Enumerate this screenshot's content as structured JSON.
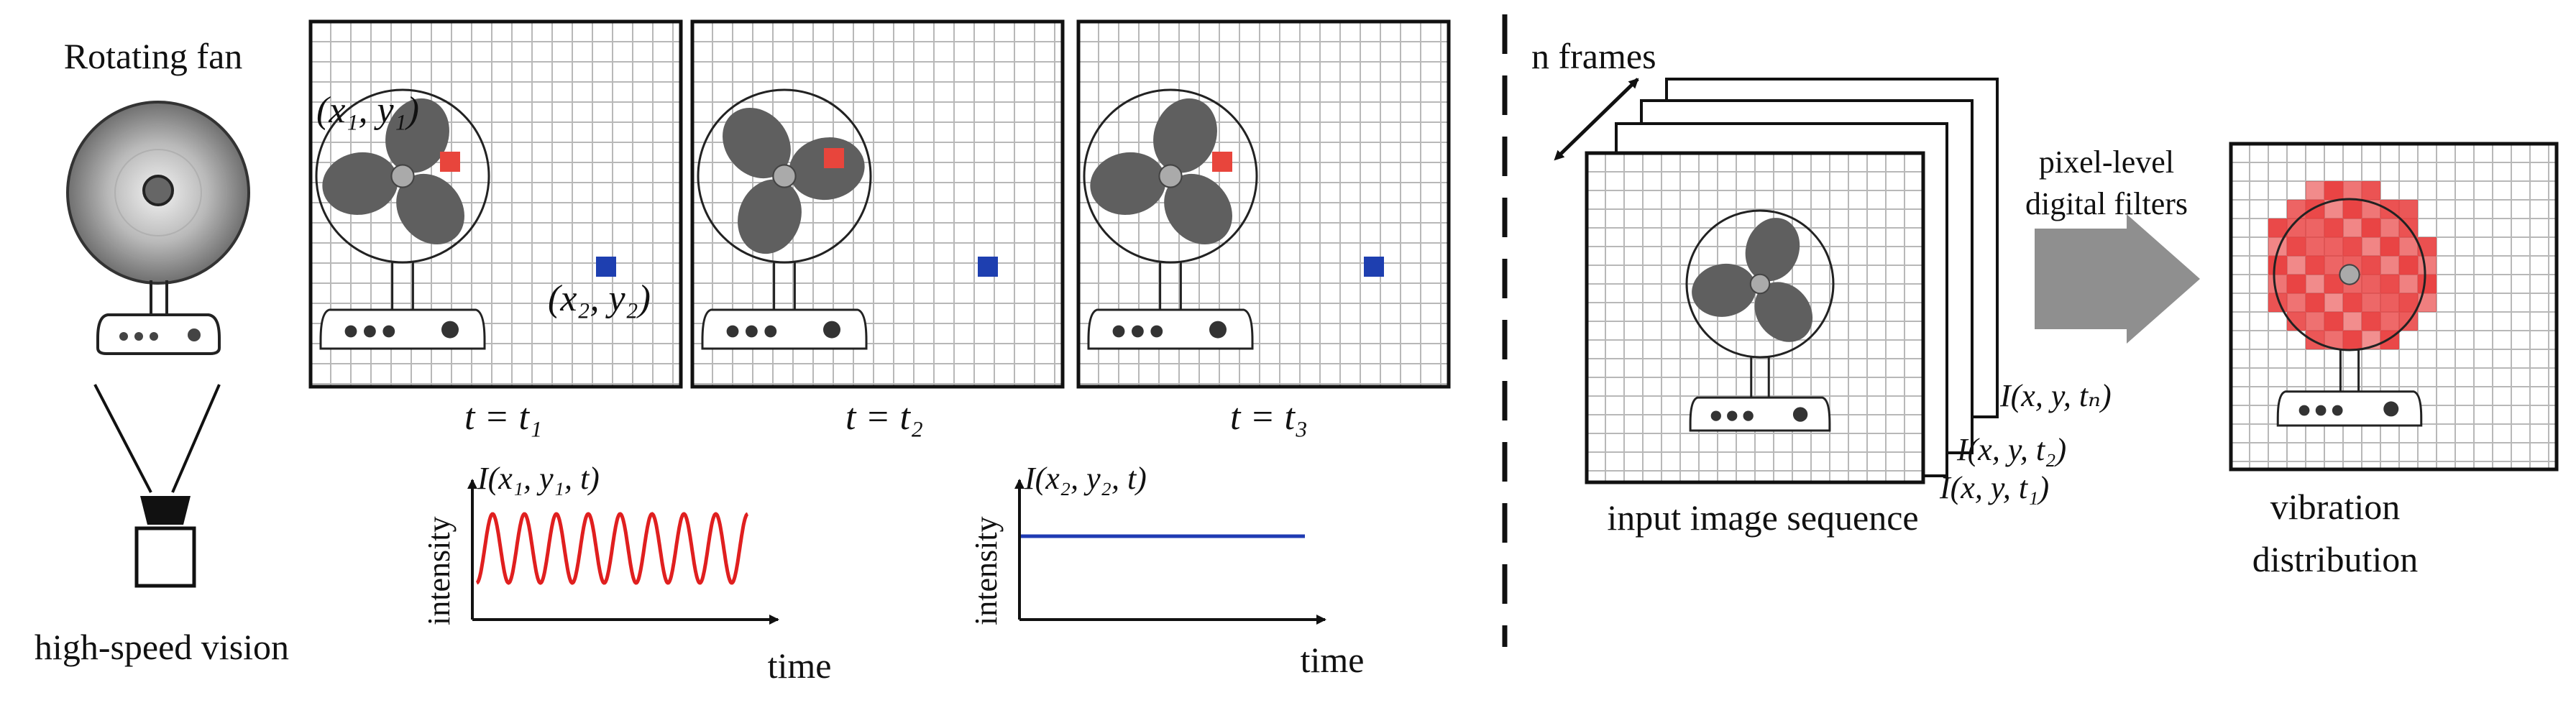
{
  "left_panel": {
    "fan_label": "Rotating fan",
    "camera_label": "high-speed vision"
  },
  "frames": [
    {
      "time_label": "t = t₁"
    },
    {
      "time_label": "t = t₂"
    },
    {
      "time_label": "t = t₃"
    }
  ],
  "point_labels": {
    "p1": "(x₁, y₁)",
    "p2": "(x₂, y₂)"
  },
  "signal_plots": [
    {
      "title": "I(x₁, y₁, t)",
      "ylabel": "intensity",
      "xlabel": "time",
      "signal": "oscillating",
      "color": "#e01f1f"
    },
    {
      "title": "I(x₂, y₂, t)",
      "ylabel": "intensity",
      "xlabel": "time",
      "signal": "constant",
      "color": "#1f3bb3"
    }
  ],
  "right_panel": {
    "frames_label": "n frames",
    "stack_labels": [
      "I(x, y, tₙ)",
      "I(x, y, t₂)",
      "I(x, y, t₁)"
    ],
    "sequence_label": "input image sequence",
    "filter_label_line1": "pixel-level",
    "filter_label_line2": "digital filters",
    "output_label_line1": "vibration",
    "output_label_line2": "distribution"
  },
  "colors": {
    "fan_blade": "#5f5f5f",
    "grid": "#b8b8b8",
    "marker_red": "#e8453c",
    "marker_blue": "#1e3fb0",
    "arrow": "#8f8f8f",
    "vibration": "#e83a3a"
  }
}
